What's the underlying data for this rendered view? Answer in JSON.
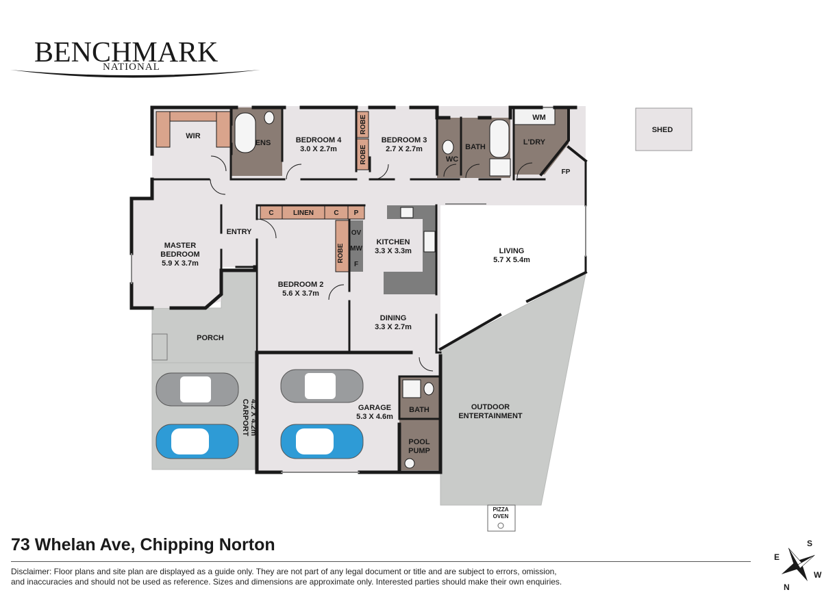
{
  "logo": {
    "main": "BENCHMARK",
    "sub": "NATIONAL"
  },
  "rooms": {
    "wir": "WIR",
    "ens": "ENS",
    "bedroom4": {
      "name": "BEDROOM 4",
      "size": "3.0 X 2.7m"
    },
    "robe_top1": "ROBE",
    "robe_top2": "ROBE",
    "bedroom3": {
      "name": "BEDROOM 3",
      "size": "2.7 X 2.7m"
    },
    "wc": "WC",
    "bath": "BATH",
    "wm": "WM",
    "laundry": "L'DRY",
    "fp": "FP",
    "shed": "SHED",
    "master": {
      "name1": "MASTER",
      "name2": "BEDROOM",
      "size": "5.9 X 3.7m"
    },
    "entry": "ENTRY",
    "c1": "C",
    "linen": "LINEN",
    "c2": "C",
    "p": "P",
    "ov": "OV",
    "mw": "MW",
    "f": "F",
    "robe_bed2": "ROBE",
    "kitchen": {
      "name": "KITCHEN",
      "size": "3.3 X 3.3m"
    },
    "living": {
      "name": "LIVING",
      "size": "5.7 X 5.4m"
    },
    "bedroom2": {
      "name": "BEDROOM 2",
      "size": "5.6 X 3.7m"
    },
    "dining": {
      "name": "DINING",
      "size": "3.3 X 2.7m"
    },
    "porch": "PORCH",
    "carport": {
      "name": "CARPORT",
      "size": "4.2 X 4.2m"
    },
    "garage": {
      "name": "GARAGE",
      "size": "5.3 X 4.6m"
    },
    "bath2": "BATH",
    "pool_pump": {
      "line1": "POOL",
      "line2": "PUMP"
    },
    "outdoor": {
      "line1": "OUTDOOR",
      "line2": "ENTERTAINMENT"
    },
    "pizza": {
      "line1": "PIZZA",
      "line2": "OVEN"
    }
  },
  "address": "73 Whelan Ave, Chipping Norton",
  "disclaimer_line1": "Disclaimer: Floor plans and site plan are displayed as a guide only. They are not part of any legal document or title and are subject to errors, omission,",
  "disclaimer_line2": "and inaccuracies and should not be used as reference. Sizes and dimensions are approximate only. Interested parties should make their own enquiries.",
  "compass": {
    "s": "S",
    "w": "W",
    "n": "N",
    "e": "E"
  },
  "colors": {
    "wall": "#1a1a1a",
    "floor": "#e8e4e6",
    "wet": "#8a7c74",
    "robe": "#d9a48c",
    "bench": "#7d7d7d",
    "paving": "#c9cbc9",
    "car_blue": "#2e9bd6",
    "car_grey": "#9a9c9e"
  }
}
